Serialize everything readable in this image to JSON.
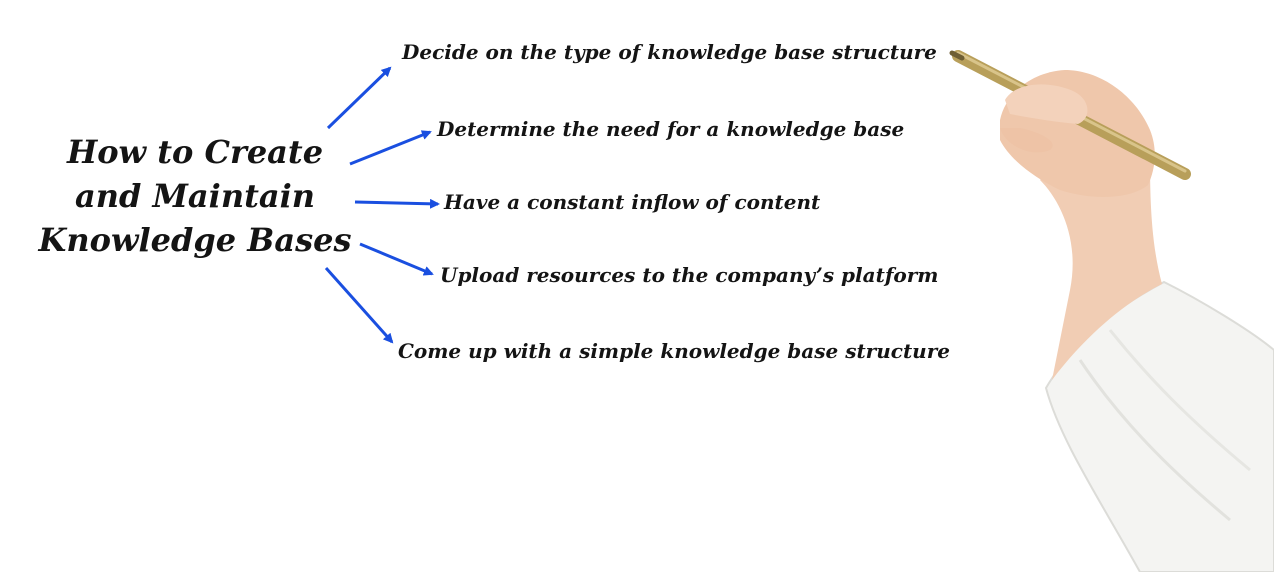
{
  "title_lines": [
    "How to Create",
    "and Maintain",
    "Knowledge Bases"
  ],
  "steps": [
    "Decide on the type of knowledge base structure",
    "Determine the need for a knowledge base",
    "Have a constant inflow of content",
    "Upload resources to the company’s platform",
    "Come up with a simple knowledge base structure"
  ],
  "colors": {
    "arrow": "#1a4fe0",
    "text": "#141414",
    "skin": "#f1cdb4",
    "sleeve": "#f4f4f2",
    "pen": "#b89f5a"
  }
}
